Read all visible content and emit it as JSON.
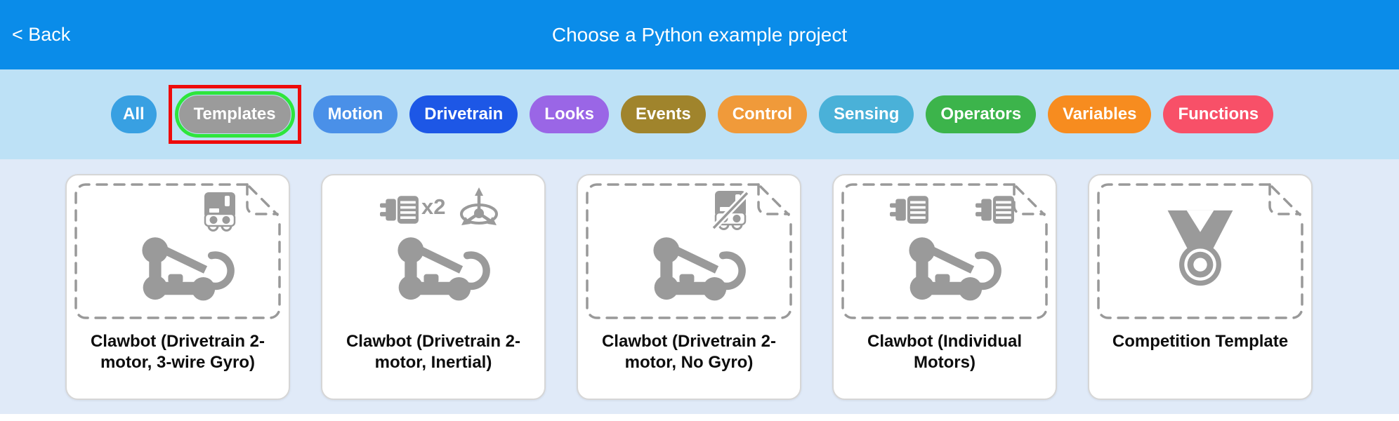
{
  "header": {
    "back_label": "< Back",
    "title": "Choose a Python example project",
    "bg": "#0a8ce9",
    "text_color": "#ffffff"
  },
  "filters": {
    "bg": "#bde1f6",
    "selected": "Templates",
    "highlight_box_color": "#ee0b0b",
    "highlight_ring_color": "#2ee53c",
    "items": [
      {
        "label": "All",
        "color": "#38a0e2"
      },
      {
        "label": "Templates",
        "color": "#9b9b9b"
      },
      {
        "label": "Motion",
        "color": "#4a90e8"
      },
      {
        "label": "Drivetrain",
        "color": "#1d57e6"
      },
      {
        "label": "Looks",
        "color": "#9a66e6"
      },
      {
        "label": "Events",
        "color": "#a0842c"
      },
      {
        "label": "Control",
        "color": "#f09a3a"
      },
      {
        "label": "Sensing",
        "color": "#4ab1d8"
      },
      {
        "label": "Operators",
        "color": "#3cb44b"
      },
      {
        "label": "Variables",
        "color": "#f78c1f"
      },
      {
        "label": "Functions",
        "color": "#f85068"
      }
    ]
  },
  "projects": {
    "bg": "#e0eaf8",
    "icon_color": "#9a9a9a",
    "cards": [
      {
        "title": "Clawbot (Drivetrain 2-motor, 3-wire Gyro)",
        "template_outline": true,
        "icons": [
          "gyro-sensor-icon"
        ]
      },
      {
        "title": "Clawbot (Drivetrain 2-motor, Inertial)",
        "template_outline": false,
        "icons": [
          "motor-icon",
          "inertial-sensor-icon"
        ],
        "motor_count_label": "x2"
      },
      {
        "title": "Clawbot (Drivetrain 2-motor, No Gyro)",
        "template_outline": true,
        "icons": [
          "gyro-crossed-icon"
        ]
      },
      {
        "title": "Clawbot (Individual Motors)",
        "template_outline": true,
        "icons": [
          "motor-icon",
          "motor-icon"
        ]
      },
      {
        "title": "Competition Template",
        "template_outline": true,
        "icons": [
          "medal-icon"
        ]
      }
    ]
  }
}
